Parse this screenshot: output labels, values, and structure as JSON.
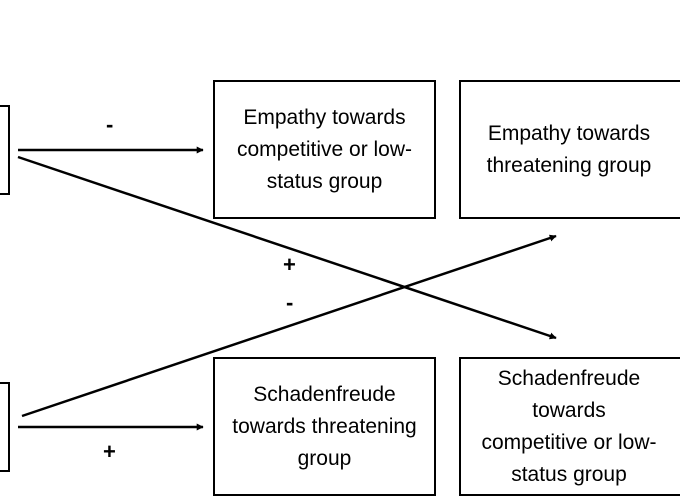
{
  "boxes": {
    "empathy_competitive": "Empathy towards\ncompetitive or low-\nstatus group",
    "empathy_threatening": "Empathy towards\nthreatening group",
    "schadenfreude_threatening": "Schadenfreude\ntowards threatening\ngroup",
    "schadenfreude_competitive": "Schadenfreude\ntowards\ncompetitive or low-\nstatus group"
  },
  "signs": {
    "top_arrow": "-",
    "bottom_arrow": "+",
    "cross_plus": "+",
    "cross_minus": "-"
  }
}
